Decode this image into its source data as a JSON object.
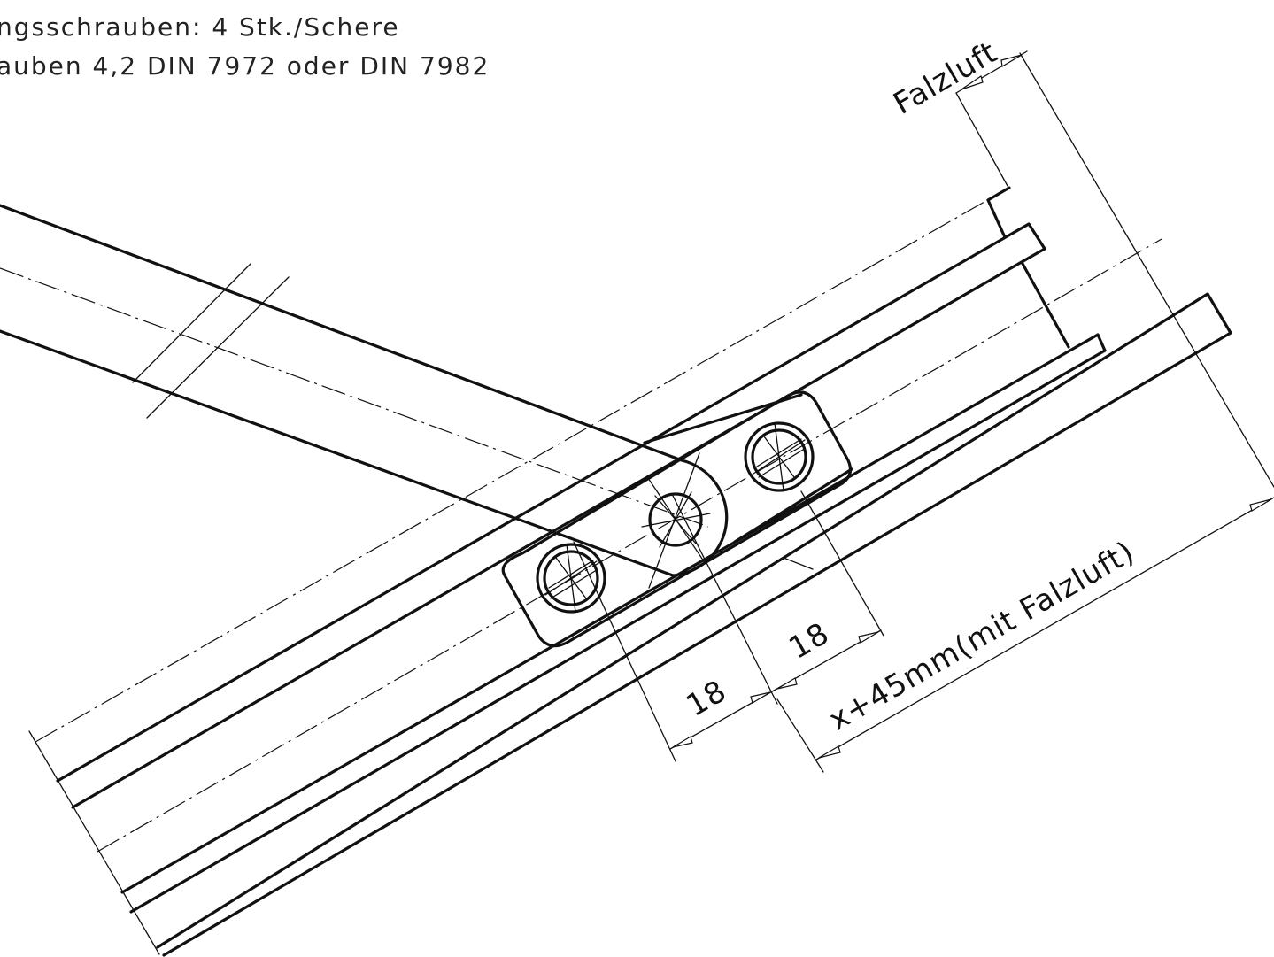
{
  "notes": {
    "line1": "ngsschrauben: 4 Stk./Schere",
    "line2": "auben 4,2 DIN 7972 oder DIN 7982"
  },
  "dimensions": {
    "falzluft": "Falzluft",
    "left_18": "18",
    "right_18": "18",
    "overall": "x+45mm(mit Falzluft)"
  }
}
